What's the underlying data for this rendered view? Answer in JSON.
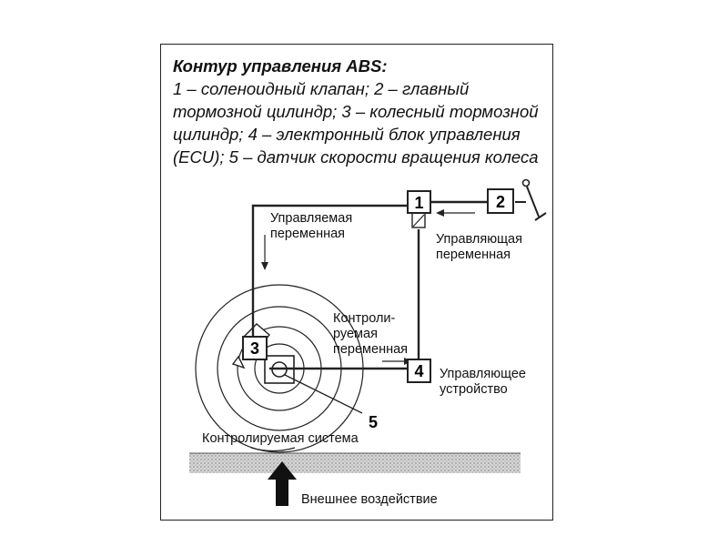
{
  "caption": {
    "title": "Контур управления ABS:",
    "body": "1 – соленоидный клапан; 2 – главный тормозной цилиндр; 3 – колесный тормозной цилиндр; 4 – электронный блок управления (ECU); 5 – датчик скорости вращения колеса"
  },
  "components": {
    "c1": "1",
    "c2": "2",
    "c3": "3",
    "c4": "4",
    "c5": "5"
  },
  "labels": {
    "managed_variable": "Управляемая переменная",
    "control_variable": "Управляющая переменная",
    "controlled_variable": "Контроли-руемая переменная",
    "control_device": "Управляющее устройство",
    "controlled_system": "Контролируемая система",
    "external_influence": "Внешнее воздействие"
  }
}
